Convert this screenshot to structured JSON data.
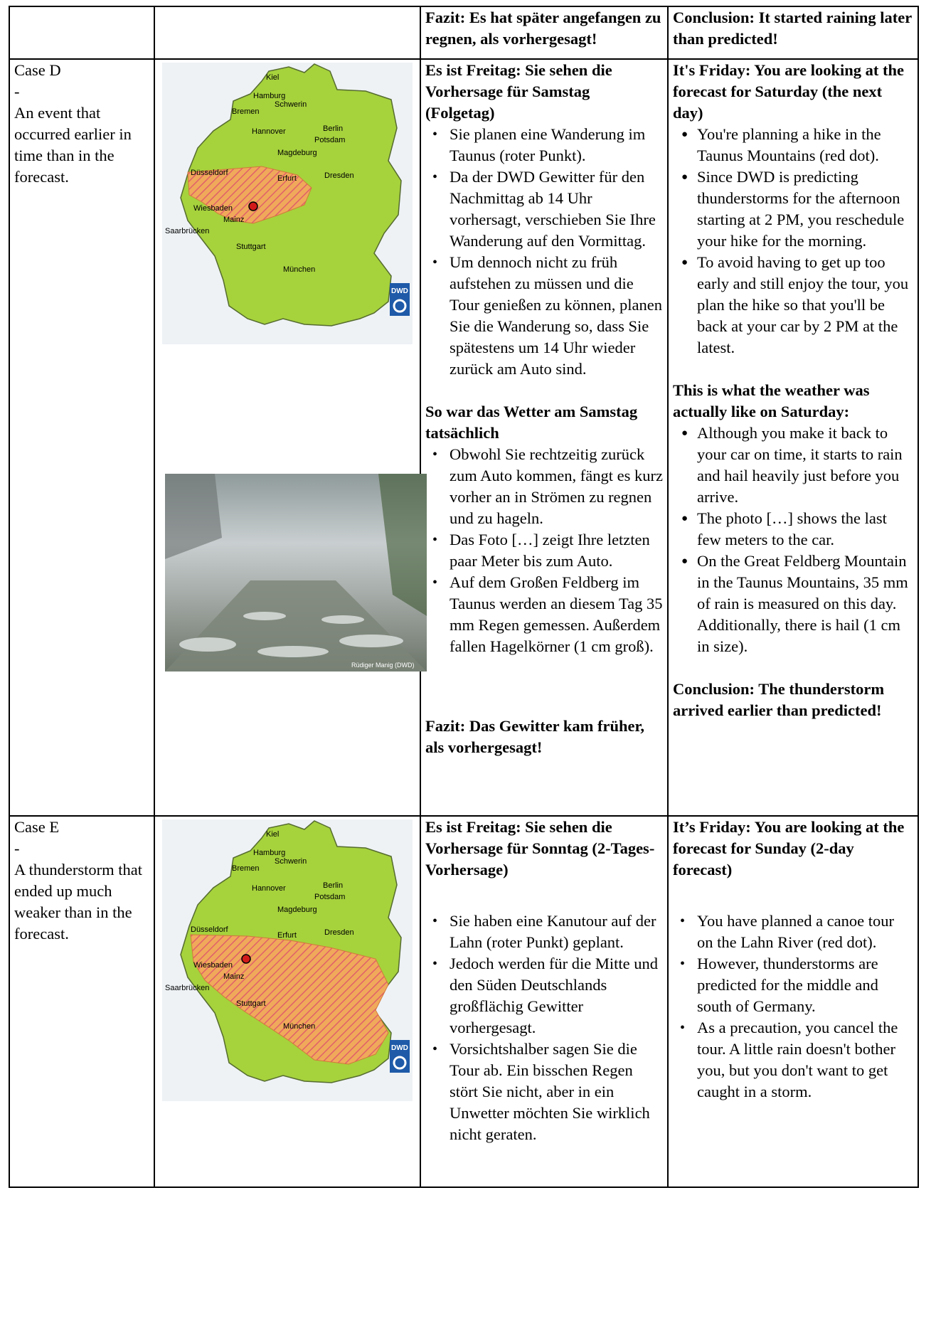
{
  "rows": {
    "top": {
      "de_conclusion": "Fazit: Es hat später angefangen zu regnen, als vorhergesagt!",
      "en_conclusion": "Conclusion: It started raining later than predicted!"
    },
    "case_d": {
      "label": "Case D",
      "dash": "-",
      "description": "An event that occurred earlier in time than in the forecast.",
      "de_heading": "Es ist Freitag: Sie sehen die Vorhersage für Samstag (Folgetag)",
      "de_items": [
        "Sie planen eine Wanderung im Taunus (roter Punkt).",
        "Da der DWD Gewitter für den Nachmittag ab 14 Uhr vorhersagt, verschieben Sie Ihre Wanderung auf den Vormittag.",
        "Um dennoch nicht zu früh aufstehen zu müssen und die Tour genießen zu können, planen Sie die Wanderung so, dass Sie spätestens um 14 Uhr wieder zurück am Auto sind."
      ],
      "en_heading": "It's Friday: You are looking at the forecast for Saturday (the next day)",
      "en_items": [
        "You're planning a hike in the Taunus Mountains (red dot).",
        "Since DWD is predicting thunderstorms for the afternoon starting at 2 PM, you reschedule your hike for the morning.",
        "To avoid having to get up too early and still enjoy the tour, you plan the hike so that you'll be back at your car by 2 PM at the latest."
      ],
      "de_actual_heading": "So war das Wetter am Samstag tatsächlich",
      "de_actual_items": [
        "Obwohl Sie rechtzeitig zurück zum Auto kommen, fängt es kurz vorher an in Strömen zu regnen und zu hageln.",
        "Das Foto […] zeigt Ihre letzten paar Meter bis zum Auto.",
        "Auf dem Großen Feldberg im Taunus werden an diesem Tag 35 mm Regen gemessen. Außerdem fallen Hagelkörner (1 cm groß)."
      ],
      "en_actual_heading": "This is what the weather was actually like on Saturday:",
      "en_actual_items": [
        "Although you make it back to your car on time, it starts to rain and hail heavily just before you arrive.",
        "The photo […] shows the last few meters to the car.",
        "On the Great Feldberg Mountain in the Taunus Mountains, 35 mm of rain is measured on this day. Additionally, there is hail (1 cm in size)."
      ],
      "de_conclusion": "Fazit: Das Gewitter kam früher, als vorhergesagt!",
      "en_conclusion": "Conclusion: The thunderstorm arrived earlier than predicted!",
      "photo_credit": "Rüdiger Manig (DWD)"
    },
    "case_e": {
      "label": "Case E",
      "dash": "-",
      "description": "A thunderstorm that ended up much weaker than in the forecast.",
      "de_heading": "Es ist Freitag: Sie sehen die Vorhersage für Sonntag (2-Tages-Vorhersage)",
      "de_items": [
        "Sie haben eine Kanutour auf der Lahn (roter Punkt) geplant.",
        "Jedoch werden für die Mitte und den Süden Deutschlands großflächig Gewitter vorhergesagt.",
        "Vorsichtshalber sagen Sie die Tour ab. Ein bisschen Regen stört Sie nicht, aber in ein Unwetter möchten Sie wirklich nicht geraten."
      ],
      "en_heading": "It’s Friday: You are looking at the forecast for Sunday (2-day forecast)",
      "en_items": [
        "You have planned a canoe tour on the Lahn River (red dot).",
        "However, thunderstorms are predicted for the middle and south of Germany.",
        "As a precaution, you cancel the tour. A little rain doesn't bother you, but you don't want to get caught in a storm."
      ]
    }
  },
  "map": {
    "cities": [
      "Kiel",
      "Hamburg",
      "Schwerin",
      "Bremen",
      "Hannover",
      "Berlin",
      "Potsdam",
      "Magdeburg",
      "Düsseldorf",
      "Erfurt",
      "Dresden",
      "Wiesbaden",
      "Mainz",
      "Saarbrücken",
      "Stuttgart",
      "München"
    ],
    "logo_text": "DWD",
    "land_color": "#a6d23c",
    "warning_color": "#f0a95a",
    "dot_color": "#d11a1a"
  }
}
